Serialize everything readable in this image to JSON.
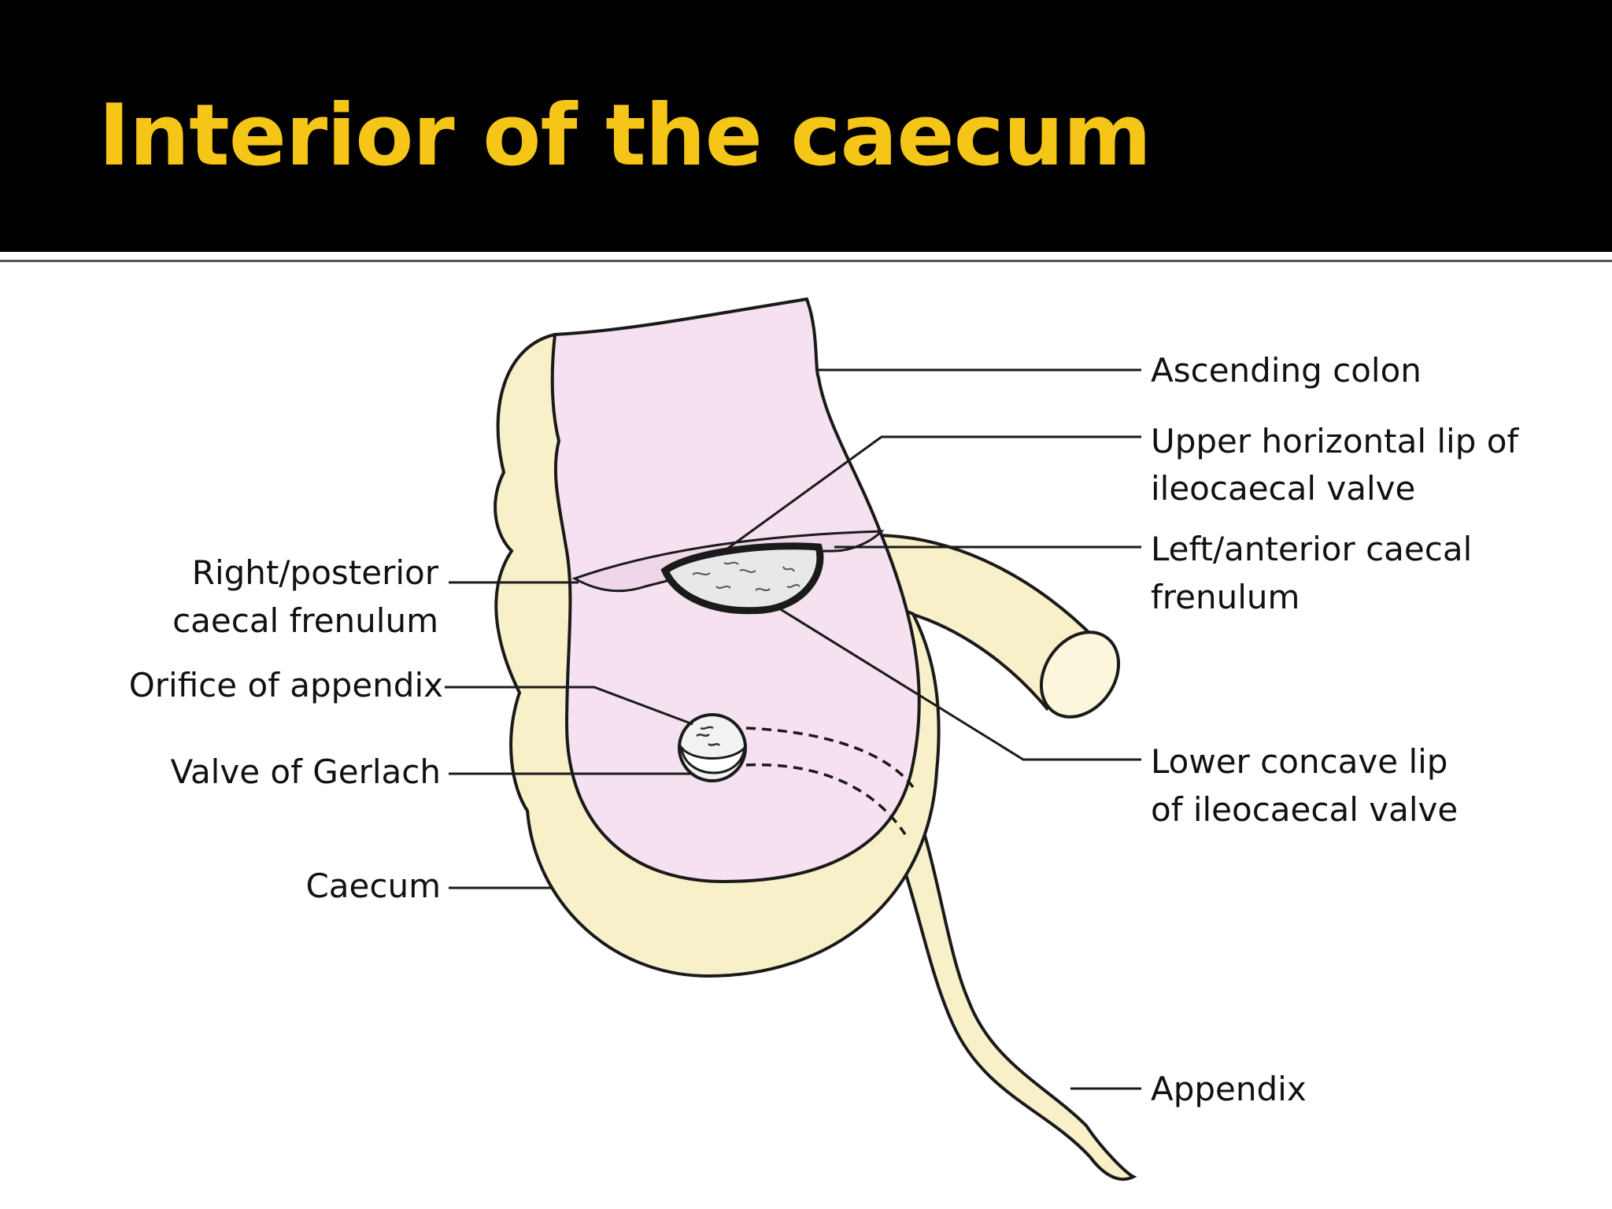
{
  "slide": {
    "title": "Interior of the caecum"
  },
  "labels": {
    "ascending_colon": "Ascending colon",
    "upper_lip_1": "Upper horizontal lip of",
    "upper_lip_2": "ileocaecal valve",
    "left_frenulum_1": "Left/anterior caecal",
    "left_frenulum_2": "frenulum",
    "right_frenulum_1": "Right/posterior",
    "right_frenulum_2": "caecal frenulum",
    "orifice_appendix": "Orifice of appendix",
    "valve_gerlach": "Valve of Gerlach",
    "caecum": "Caecum",
    "lower_lip_1": "Lower concave lip",
    "lower_lip_2": "of ileocaecal valve",
    "appendix": "Appendix"
  },
  "colors": {
    "title": "#f5c518",
    "wall": "#f8f0c8",
    "mucosa": "#f5e1ef",
    "outline": "#1a1a1a"
  }
}
